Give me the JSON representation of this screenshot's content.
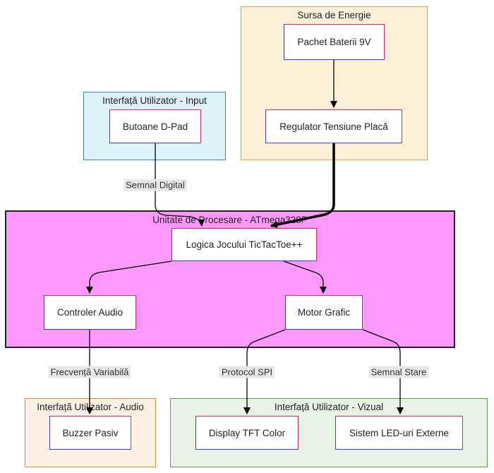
{
  "groups": {
    "power": {
      "title": "Sursa de Energie",
      "fill": "#fdf2d8",
      "stroke": "#d4a647"
    },
    "input": {
      "title": "Interfață Utilizator - Input",
      "fill": "#def2fa",
      "stroke": "#3b7fc4"
    },
    "processing": {
      "title": "Unitate de Procesare - ATmega328P",
      "fill": "#ff99ff",
      "stroke": "#222222"
    },
    "audio": {
      "title": "Interfață Utilizator - Audio",
      "fill": "#fdf1e6",
      "stroke": "#e08a2e"
    },
    "visual": {
      "title": "Interfață Utilizator - Vizual",
      "fill": "#e8f3e6",
      "stroke": "#5e9b55"
    }
  },
  "nodes": {
    "battery": "Pachet Baterii 9V",
    "regulator": "Regulator Tensiune Placă",
    "buttons": "Butoane D-Pad",
    "logic": "Logica Jocului TicTacToe++",
    "audio_ctrl": "Controler Audio",
    "graphics": "Motor Grafic",
    "buzzer": "Buzzer Pasiv",
    "tft": "Display TFT Color",
    "leds": "Sistem LED-uri Externe"
  },
  "edge_labels": {
    "digital": "Semnal Digital",
    "freq": "Frecvență Variabilă",
    "spi": "Protocol SPI",
    "state": "Semnal Stare"
  }
}
